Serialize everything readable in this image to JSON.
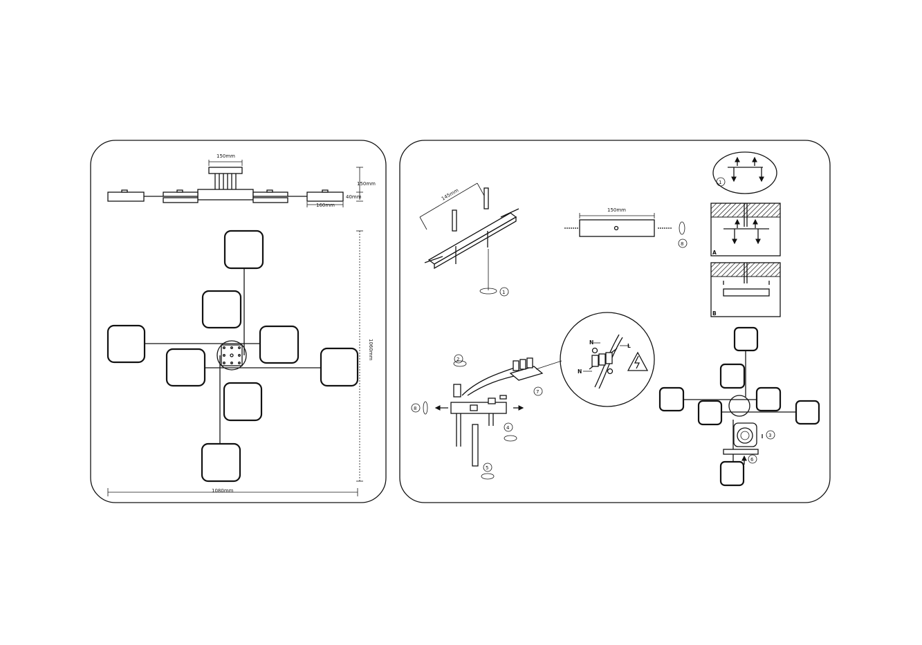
{
  "panel_left": {
    "dims": {
      "canopy_width": "150mm",
      "canopy_height": "150mm",
      "arm_height": "40mm",
      "lamp_width": "160mm",
      "total_height": "1060mm",
      "total_width": "1080mm"
    }
  },
  "panel_right": {
    "bracket_spacing": "145mm",
    "bar_length": "150mm",
    "steps": [
      "1",
      "2",
      "3",
      "4",
      "5",
      "6",
      "7",
      "8"
    ],
    "wiring_labels": {
      "neutral": "N",
      "live": "L"
    },
    "mount_options": {
      "a": "A",
      "b": "B"
    }
  }
}
